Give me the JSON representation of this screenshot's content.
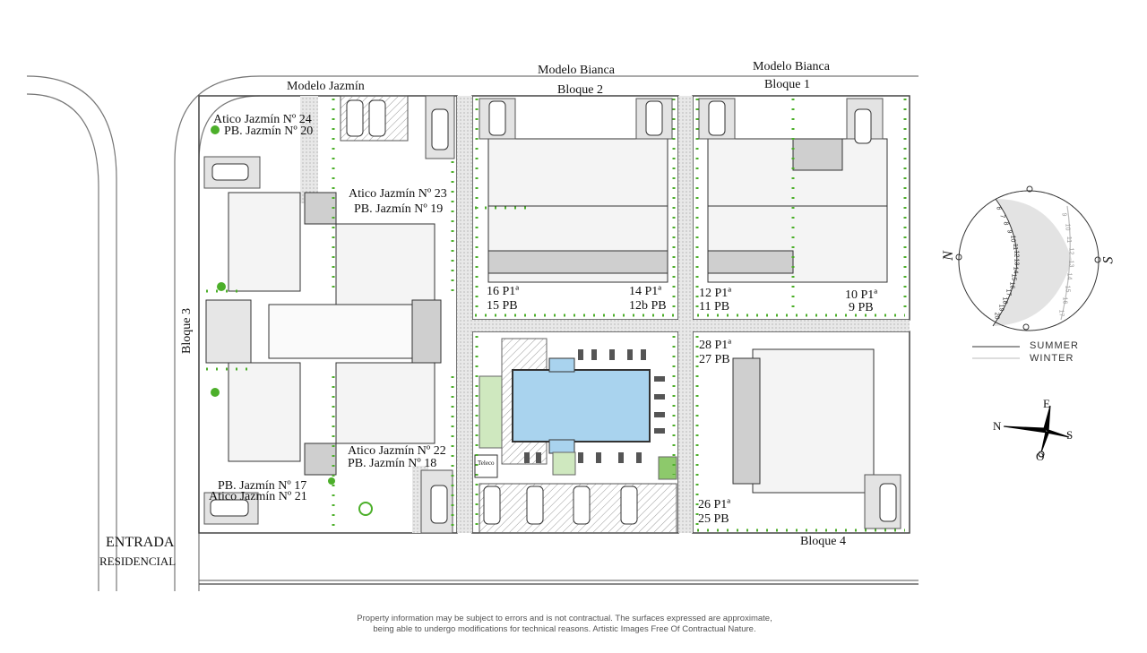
{
  "plan": {
    "top_labels": {
      "modelo_jazmin": "Modelo Jazmín",
      "modelo_bianca_2": "Modelo Bianca",
      "bloque_2": "Bloque 2",
      "modelo_bianca_1": "Modelo Bianca",
      "bloque_1": "Bloque 1"
    },
    "side_labels": {
      "bloque_3": "Bloque 3",
      "bloque_4": "Bloque 4",
      "teleco": "Teleco"
    },
    "entrance": {
      "line1": "ENTRADA",
      "line2": "RESIDENCIAL"
    },
    "units": {
      "u24": "Atico Jazmín Nº 24",
      "u20": "PB. Jazmín Nº 20",
      "u23": "Atico Jazmín Nº 23",
      "u19": "PB. Jazmín Nº 19",
      "u22": "Atico Jazmín Nº 22",
      "u18": "PB. Jazmín Nº 18",
      "u17": "PB. Jazmín Nº 17",
      "u21": "Atico Jazmín Nº 21",
      "u16": "16 P1ª",
      "u15": "15 PB",
      "u14": "14 P1ª",
      "u12b": "12b PB",
      "u12": "12 P1ª",
      "u11": "11 PB",
      "u10": "10 P1ª",
      "u9": "9 PB",
      "u28": "28 P1ª",
      "u27": "27 PB",
      "u26": "26 P1ª",
      "u25": "25 PB"
    }
  },
  "sun_diagram": {
    "north": "N",
    "south": "S",
    "summer_hours": [
      "6",
      "7",
      "8",
      "9",
      "10",
      "11",
      "12",
      "13",
      "14",
      "15",
      "16",
      "17",
      "18",
      "19",
      "20"
    ],
    "winter_hours": [
      "9",
      "10",
      "11",
      "12",
      "13",
      "14",
      "15",
      "16",
      "17"
    ],
    "legend": {
      "summer": "SUMMER",
      "winter": "WINTER"
    },
    "colors": {
      "summer": "#333333",
      "winter": "#bbbbbb",
      "fill": "#e3e3e3"
    }
  },
  "compass": {
    "n": "N",
    "e": "E",
    "s": "S",
    "o": "O"
  },
  "disclaimer": {
    "line1": "Property information may be subject to errors and is not contractual. The surfaces expressed are approximate,",
    "line2": "being able to undergo modifications for technical reasons. Artistic Images Free Of Contractual Nature."
  },
  "colors": {
    "pool": "#a9d3ee",
    "plant": "#4caf2a",
    "paving": "#d9d9d9"
  }
}
